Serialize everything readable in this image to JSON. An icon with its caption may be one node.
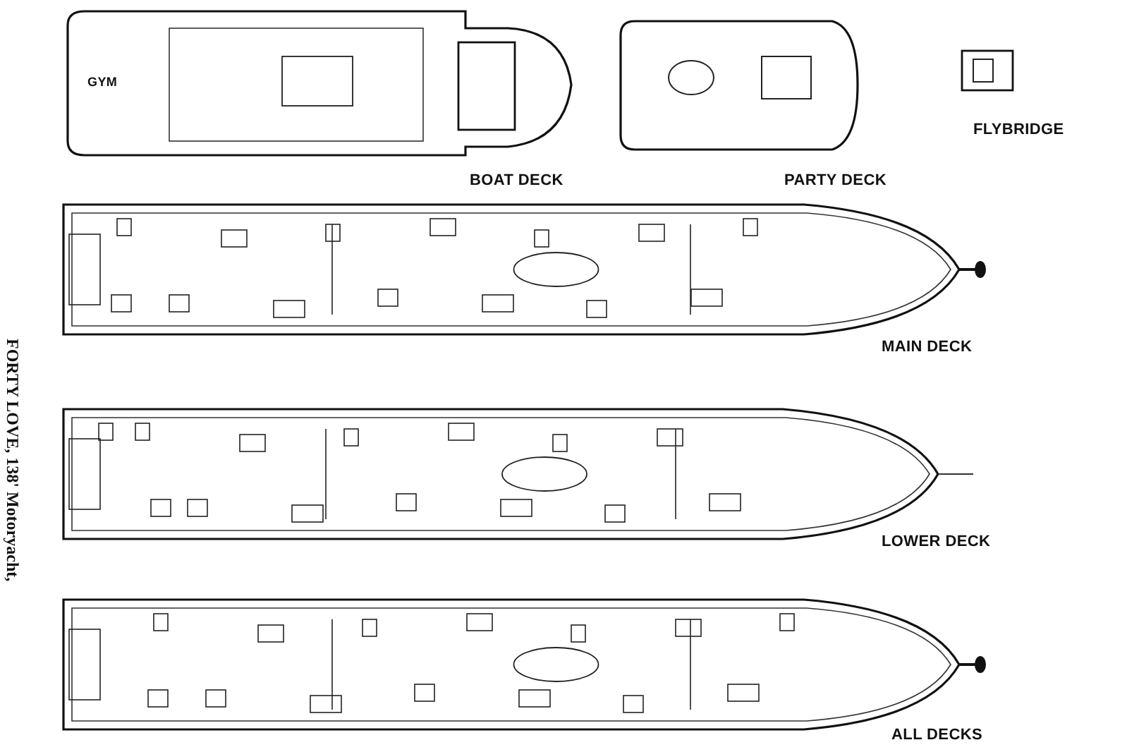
{
  "diagram": {
    "caption": "FORTY LOVE, 138' Motoryacht,",
    "labels": [
      "GYM",
      "BOAT DECK",
      "PARTY DECK",
      "FLYBRIDGE",
      "MAIN DECK",
      "LOWER DECK",
      "ALL DECKS"
    ]
  }
}
